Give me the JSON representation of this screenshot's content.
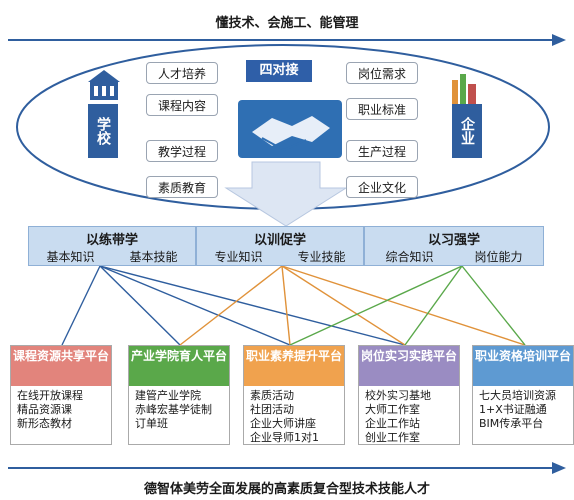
{
  "top_title": "懂技术、会施工、能管理",
  "bottom_title": "德智体美劳全面发展的高素质复合型技术技能人才",
  "center_label": "四对接",
  "left_entity": "学校",
  "right_entity": "企业",
  "left_items": [
    "人才培养",
    "课程内容",
    "教学过程",
    "素质教育"
  ],
  "right_items": [
    "岗位需求",
    "职业标准",
    "生产过程",
    "企业文化"
  ],
  "modes": [
    {
      "title": "以练带学",
      "items": [
        "基本知识",
        "基本技能"
      ]
    },
    {
      "title": "以训促学",
      "items": [
        "专业知识",
        "专业技能"
      ]
    },
    {
      "title": "以习强学",
      "items": [
        "综合知识",
        "岗位能力"
      ]
    }
  ],
  "platforms": [
    {
      "title": "课程资源共享平台",
      "color": "#e2847c",
      "items": [
        "在线开放课程",
        "精品资源课",
        "新形态教材"
      ]
    },
    {
      "title": "产业学院育人平台",
      "color": "#5aa84a",
      "items": [
        "建管产业学院",
        "赤峰宏基学徒制",
        "订单班"
      ]
    },
    {
      "title": "职业素养提升平台",
      "color": "#f0a24e",
      "items": [
        "素质活动",
        "社团活动",
        "企业大师讲座",
        "企业导师1对1"
      ]
    },
    {
      "title": "岗位实习实践平台",
      "color": "#9a8cc2",
      "items": [
        "校外实习基地",
        "大师工作室",
        "企业工作站",
        "创业工作室"
      ]
    },
    {
      "title": "职业资格培训平台",
      "color": "#5e9ad2",
      "items": [
        "七大员培训资源",
        "1+X书证融通",
        "BIM传承平台"
      ]
    }
  ]
}
